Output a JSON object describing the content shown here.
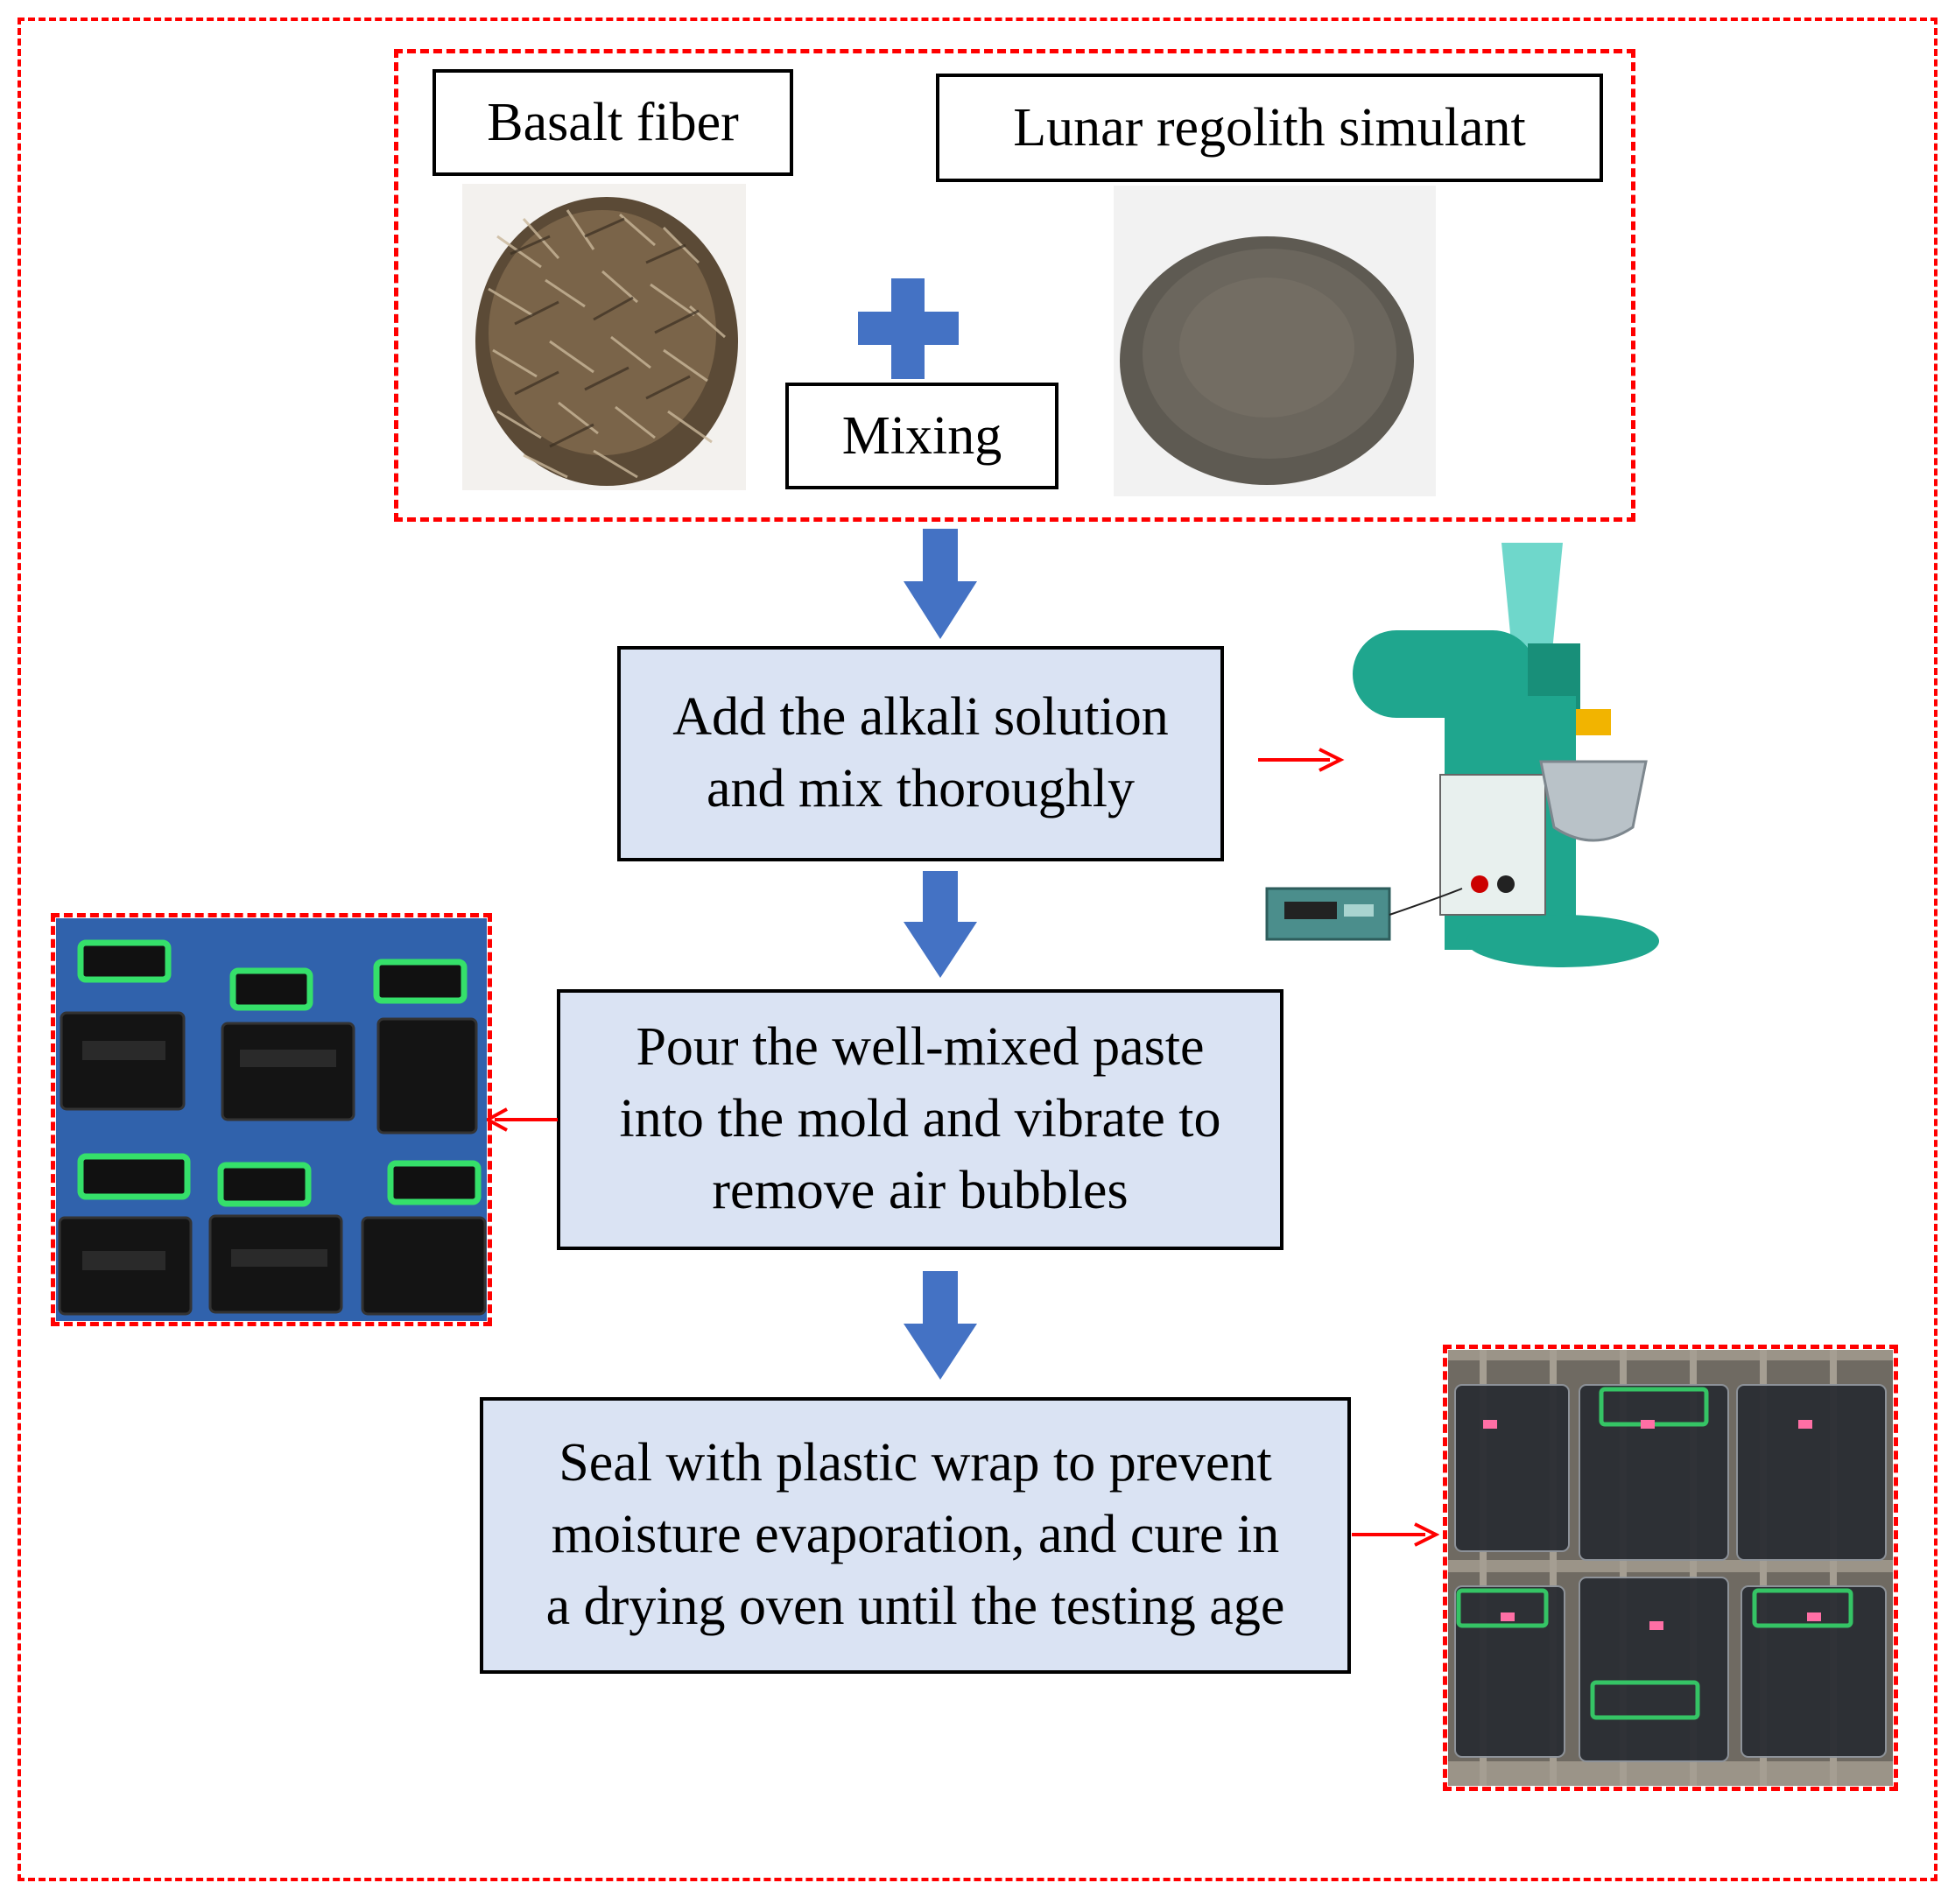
{
  "materials": {
    "fiber_label": "Basalt fiber",
    "regolith_label": "Lunar regolith simulant",
    "mixing_label": "Mixing"
  },
  "steps": [
    {
      "text": "Add the alkali solution\nand mix thoroughly"
    },
    {
      "text": "Pour the well-mixed paste\ninto the mold and vibrate to\nremove air bubbles"
    },
    {
      "text": "Seal with plastic wrap to prevent\nmoisture evaporation, and cure in\na drying oven until the testing age"
    }
  ],
  "colors": {
    "frame": "#ff0000",
    "flow_arrow": "#4472c4",
    "plus": "#4472c4",
    "step_fill": "#dae3f3",
    "pointer_arrow": "#ff0000"
  },
  "icons": {
    "plus": "plus-icon",
    "down_arrow": "down-arrow-icon",
    "pointer": "right-arrow-icon"
  }
}
